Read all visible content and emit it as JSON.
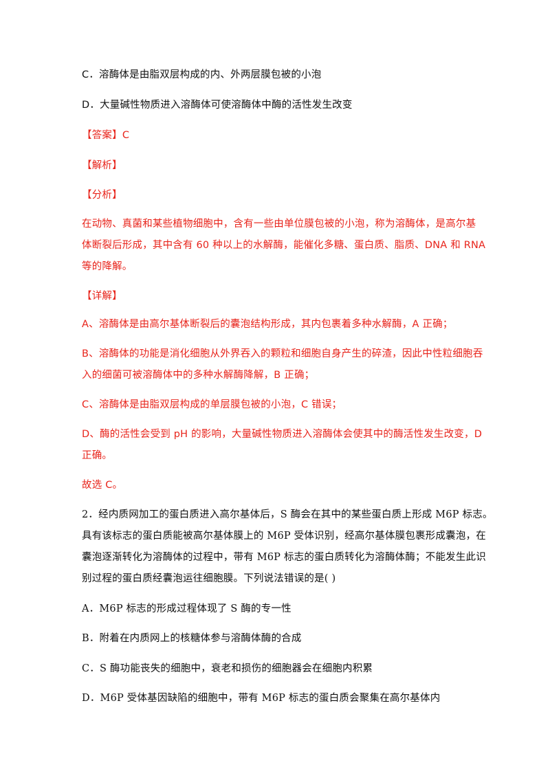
{
  "options_prev": {
    "c": "C．溶酶体是由脂双层构成的内、外两层膜包被的小泡",
    "d": "D．大量碱性物质进入溶酶体可使溶酶体中酶的活性发生改变"
  },
  "answer": {
    "label": "【答案】",
    "value": "C"
  },
  "analysis_heading": "【解析】",
  "fenxi": {
    "heading": "【分析】",
    "lines": [
      "在动物、真菌和某些植物细胞中，含有一些由单位膜包被的小泡，称为溶酶体，是高尔基",
      "体断裂后形成，其中含有 60 种以上的水解酶，能催化多糖、蛋白质、脂质、DNA 和 RNA",
      "等的降解。"
    ]
  },
  "xiangjie": {
    "heading": "【详解】",
    "a": "A、溶酶体是由高尔基体断裂后的囊泡结构形成，其内包裹着多种水解酶，A 正确；",
    "b1": "B、溶酶体的功能是消化细胞从外界吞入的颗粒和细胞自身产生的碎渣，因此中性粒细胞吞",
    "b2": "入的细菌可被溶酶体中的多种水解酶降解，B 正确；",
    "c": "C、溶酶体是由脂双层构成的单层膜包被的小泡，C 错误；",
    "d1": "D、酶的活性会受到 pH 的影响，大量碱性物质进入溶酶体会使其中的酶活性发生改变，D",
    "d2": "正确。"
  },
  "conclusion": "故选 C。",
  "question2": {
    "lines": [
      "2．经内质网加工的蛋白质进入高尔基体后，S 酶会在其中的某些蛋白质上形成 M6P 标志。",
      "具有该标志的蛋白质能被高尔基体膜上的 M6P 受体识别，经高尔基体膜包裹形成囊泡，在",
      "囊泡逐渐转化为溶酶体的过程中，带有 M6P 标志的蛋白质转化为溶酶体酶；不能发生此识",
      "别过程的蛋白质经囊泡运往细胞膜。下列说法错误的是(        )"
    ],
    "options": {
      "a": "A．M6P 标志的形成过程体现了 S 酶的专一性",
      "b": "B．附着在内质网上的核糖体参与溶酶体酶的合成",
      "c": "C．S 酶功能丧失的细胞中，衰老和损伤的细胞器会在细胞内积累",
      "d": "D．M6P 受体基因缺陷的细胞中，带有 M6P 标志的蛋白质会聚集在高尔基体内"
    }
  }
}
